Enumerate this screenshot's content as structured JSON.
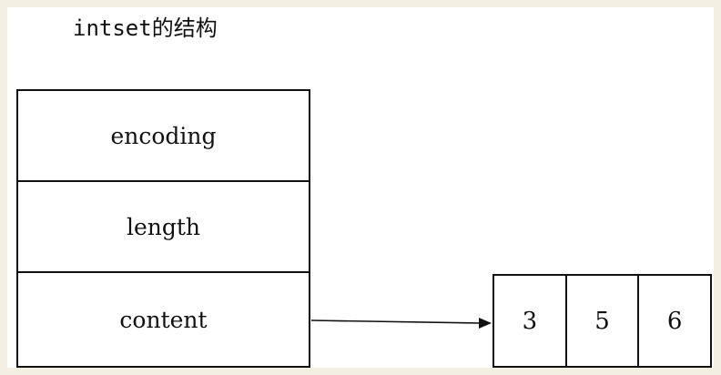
{
  "title": "intset的结构",
  "struct_fields": [
    "encoding",
    "length",
    "content"
  ],
  "content_values": [
    "3",
    "5",
    "6"
  ],
  "colors": {
    "outer_background": "#f3efe2",
    "canvas": "#ffffff",
    "line": "#111111"
  }
}
